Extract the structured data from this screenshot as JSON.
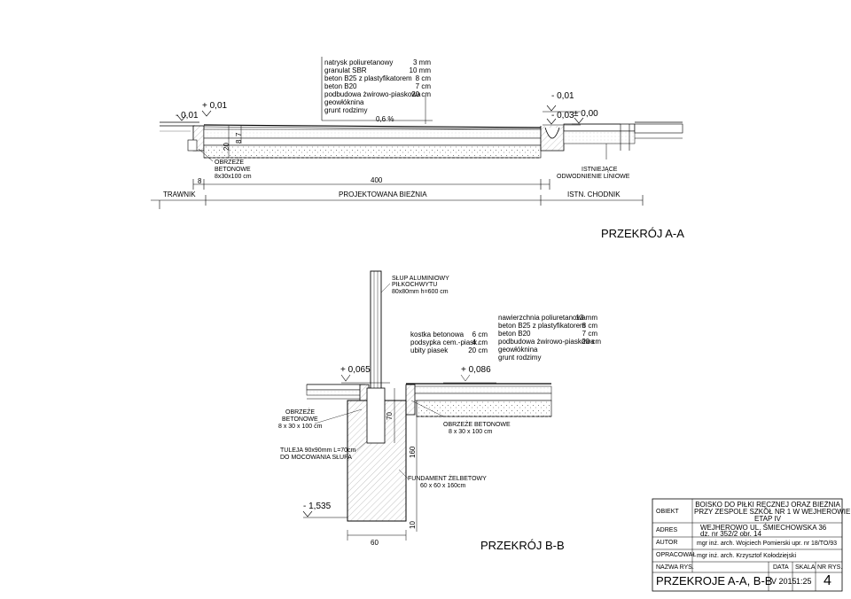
{
  "section_a": {
    "layers": [
      {
        "name": "natrysk poliuretanowy",
        "thickness": "3 mm"
      },
      {
        "name": "granulat SBR",
        "thickness": "10 mm"
      },
      {
        "name": "beton B25 z plastyfikatorem",
        "thickness": "8 cm"
      },
      {
        "name": "beton B20",
        "thickness": "7 cm"
      },
      {
        "name": "podbudowa żwirowo-piaskowa",
        "thickness": "20 cm"
      },
      {
        "name": "geowłóknina",
        "thickness": ""
      },
      {
        "name": "grunt rodzimy",
        "thickness": ""
      }
    ],
    "levels": {
      "left_low": "- 0,01",
      "left_high": "+ 0,01",
      "right_a": "- 0,01",
      "right_b": "- 0,03",
      "right_zero": "± 0,00"
    },
    "slope": "0,6 %",
    "dims": {
      "d20": "20",
      "d7": "7",
      "d8": "8",
      "d8b": "8",
      "d400": "400"
    },
    "curb": {
      "line1": "OBRZEŻE",
      "line2": "BETONOWE",
      "line3": "8x30x100 cm"
    },
    "existing_curb": {
      "line1": "ISTNIEJĄCE",
      "line2": "ODWODNIENIE LINIOWE"
    },
    "zones": {
      "lawn": "TRAWNIK",
      "track": "PROJEKTOWANA BIEŻNIA",
      "path": "ISTN. CHODNIK"
    },
    "title": "PRZEKRÓJ A-A"
  },
  "section_b": {
    "post": {
      "line1": "SŁUP ALUMINIOWY",
      "line2": "PIŁKOCHWYTU",
      "line3": "80x80mm h=600 cm"
    },
    "paving": [
      {
        "name": "kostka betonowa",
        "thickness": "6 cm"
      },
      {
        "name": "podsypka cem.-piask.",
        "thickness": "4 cm"
      },
      {
        "name": "ubity piasek",
        "thickness": "20 cm"
      }
    ],
    "surface": [
      {
        "name": "nawierzchnia poliuretanowa",
        "thickness": "13 mm"
      },
      {
        "name": "beton B25 z plastyfikatorem",
        "thickness": "8 cm"
      },
      {
        "name": "beton B20",
        "thickness": "7 cm"
      },
      {
        "name": "podbudowa żwirowo-piaskowa",
        "thickness": "20 cm"
      },
      {
        "name": "geowłóknina",
        "thickness": ""
      },
      {
        "name": "grunt rodzimy",
        "thickness": ""
      }
    ],
    "levels": {
      "left": "+ 0,065",
      "right": "+ 0,086",
      "bottom": "- 1,535"
    },
    "curb_left": {
      "line1": "OBRZEŻE",
      "line2": "BETONOWE",
      "line3": "8 x 30 x 100 cm"
    },
    "curb_right": {
      "line1": "OBRZEŻE BETONOWE",
      "line2": "8 x 30 x 100 cm"
    },
    "sleeve": {
      "line1": "TULEJA 90x90mm    L=70cm",
      "line2": "DO MOCOWANIA SŁUPA"
    },
    "foundation": {
      "line1": "FUNDAMENT ŻELBETOWY",
      "line2": "60 x 60 x 160cm"
    },
    "dims": {
      "d70": "70",
      "d160": "160",
      "d10": "10",
      "d60": "60"
    },
    "title": "PRZEKRÓJ B-B"
  },
  "title_block": {
    "obiekt_label": "OBIEKT",
    "obiekt_value1": "BOISKO DO PIŁKI RĘCZNEJ ORAZ BIEŻNIA",
    "obiekt_value2": "PRZY ZESPOLE SZKÓŁ NR 1 W WEJHEROWIE",
    "obiekt_value3": "ETAP IV",
    "adres_label": "ADRES",
    "adres_value1": "WEJHEROWO UL. ŚMIECHOWSKA 36",
    "adres_value2": "dz. nr 352/2  obr. 14",
    "autor_label": "AUTOR",
    "autor_value": "mgr inż. arch. Wojciech Pomierski upr. nr 18/TO/93",
    "opracowal_label": "OPRACOWAŁ",
    "opracowal_value": "mgr inż. arch. Krzysztof Kołodziejski",
    "nazwa_label": "NAZWA RYS.",
    "data_label": "DATA",
    "skala_label": "SKALA",
    "nr_label": "NR RYS.",
    "nazwa_value": "PRZEKROJE A-A, B-B",
    "data_value": "V 2015",
    "skala_value": "1:25",
    "nr_value": "4"
  }
}
